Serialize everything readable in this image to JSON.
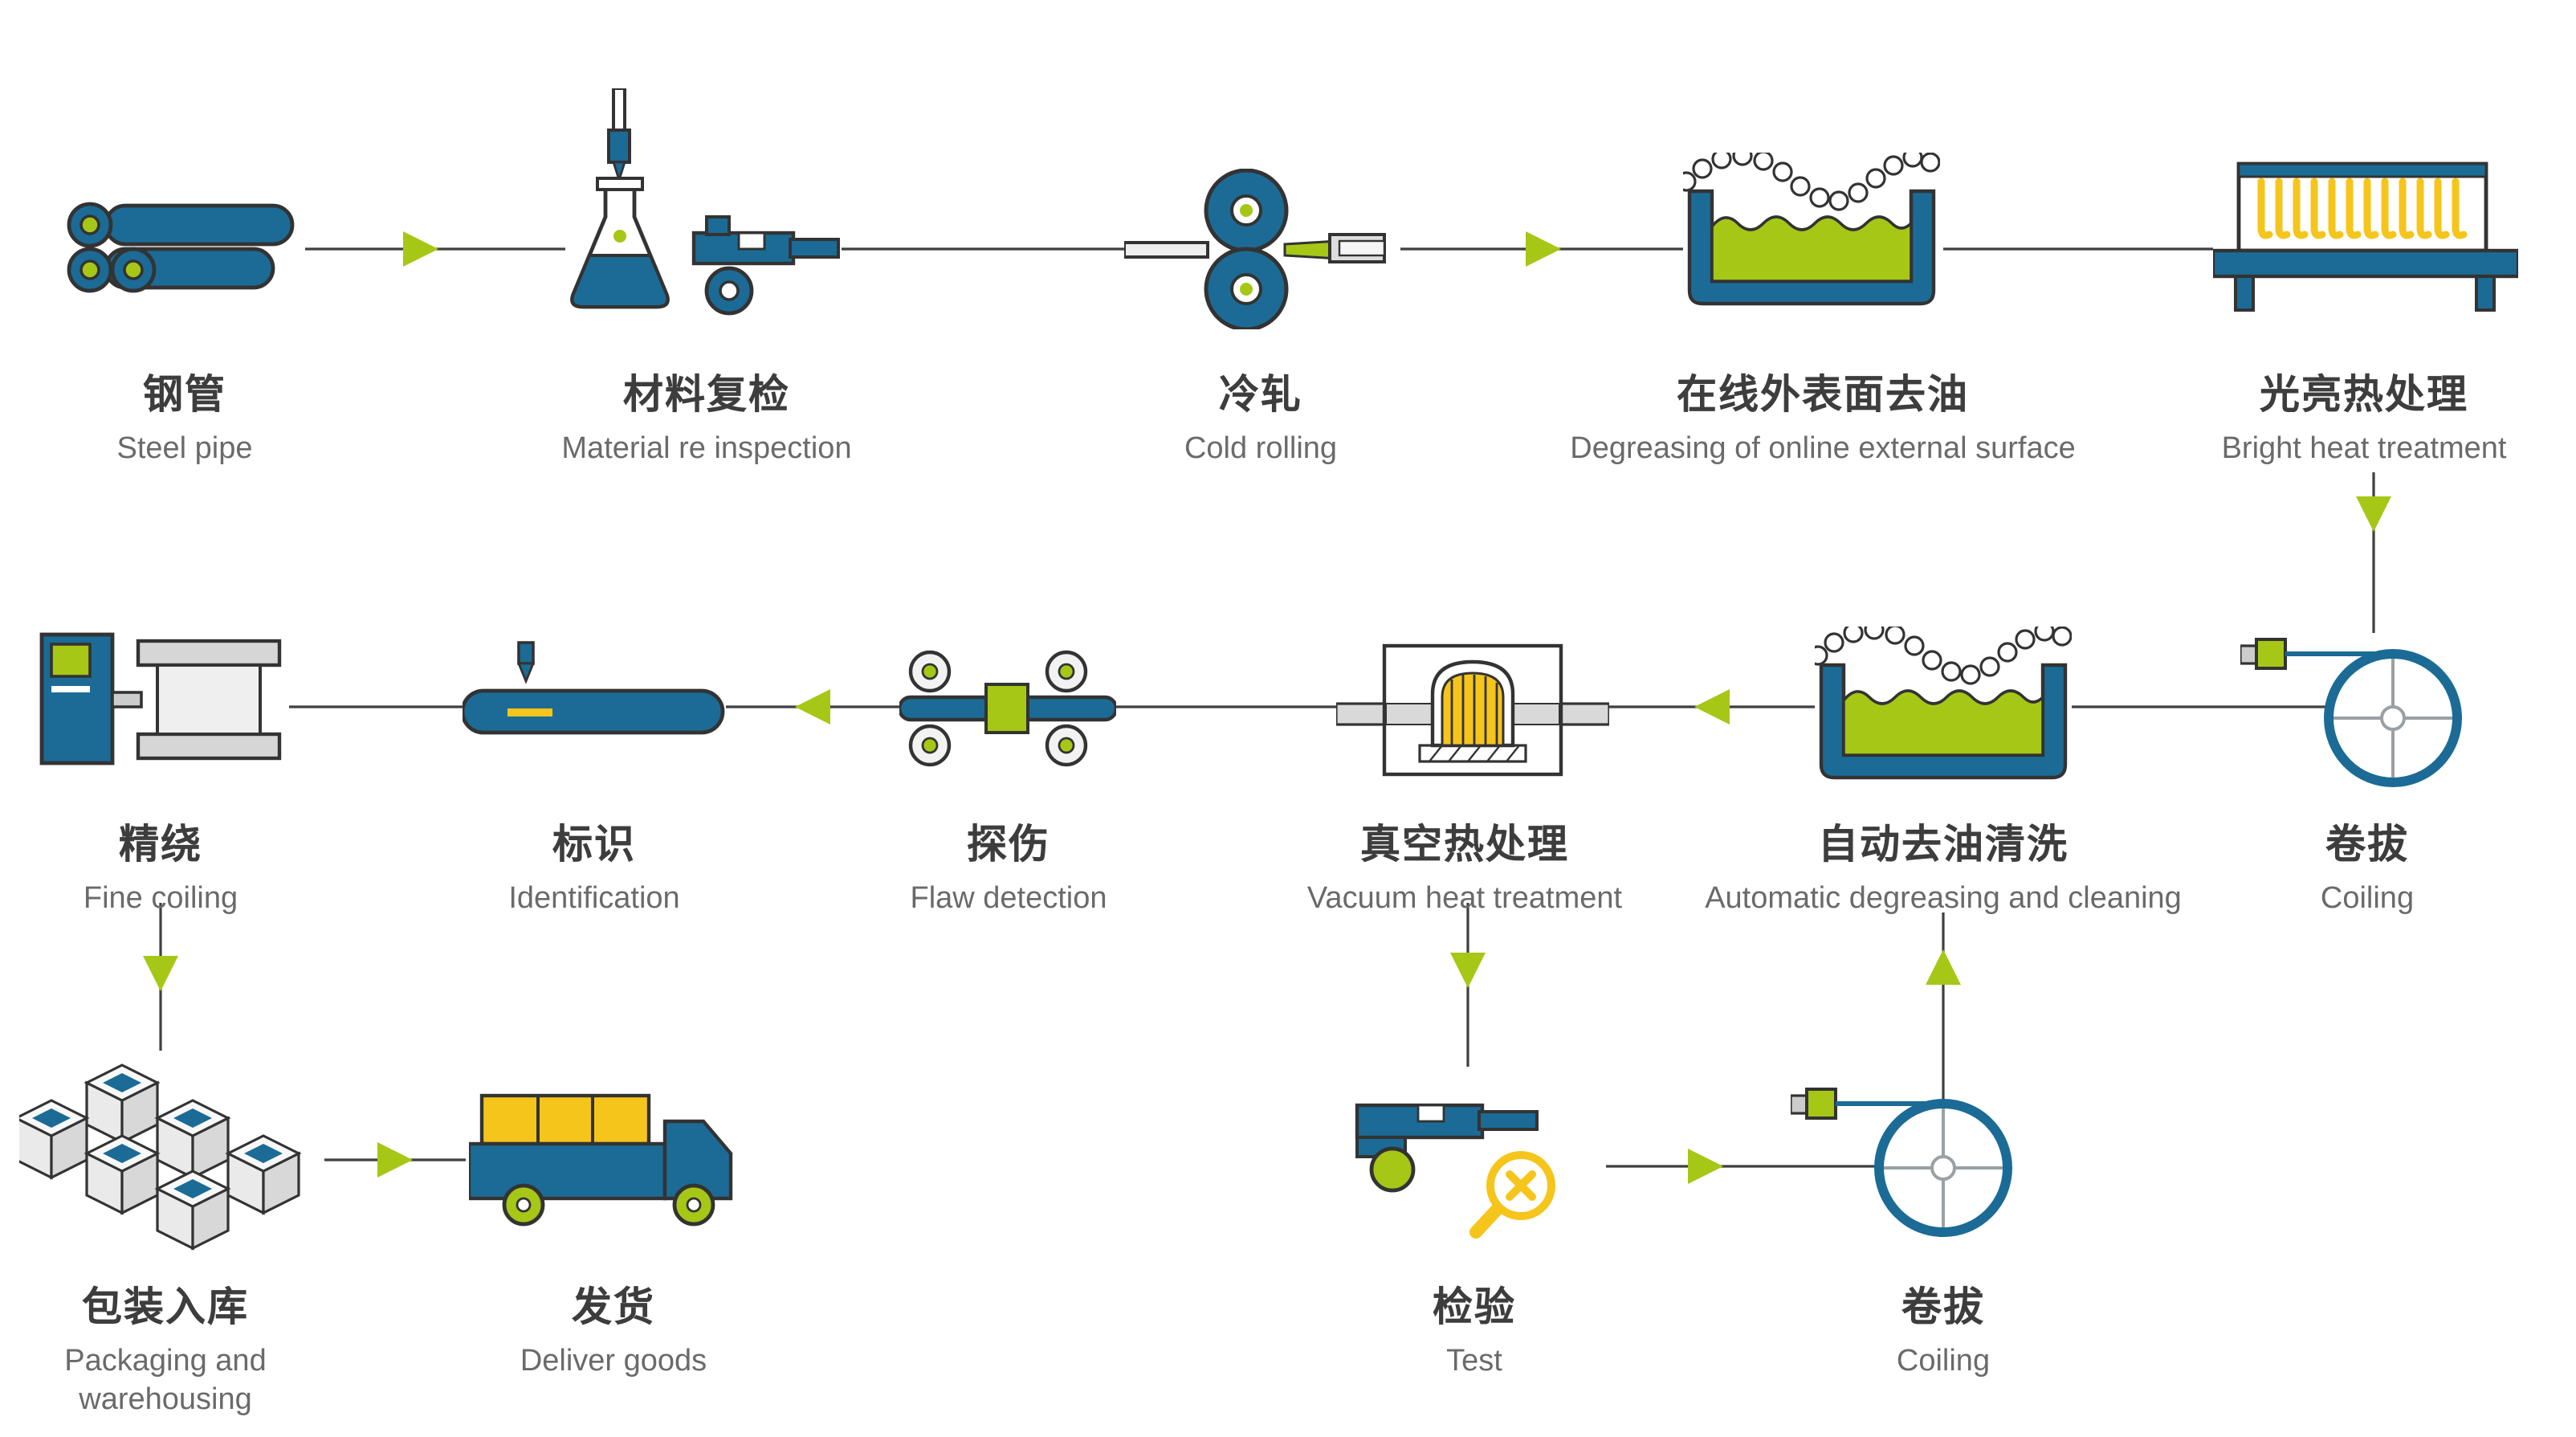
{
  "diagram": {
    "type": "process-flow",
    "colors": {
      "blue": "#1B6B96",
      "green": "#A6C716",
      "yellow": "#F6C51C",
      "outline": "#333333",
      "line": "#3F3F3F",
      "label_zh": "#3D3D3D",
      "label_en": "#6A6A6A",
      "background": "#FFFFFF"
    },
    "nodes": [
      {
        "id": "steel-pipe",
        "zh": "钢管",
        "en": "Steel pipe"
      },
      {
        "id": "material-re-inspection",
        "zh": "材料复检",
        "en": "Material re inspection"
      },
      {
        "id": "cold-rolling",
        "zh": "冷轧",
        "en": "Cold rolling"
      },
      {
        "id": "online-external-degreasing",
        "zh": "在线外表面去油",
        "en": "Degreasing of online external surface"
      },
      {
        "id": "bright-heat-treatment",
        "zh": "光亮热处理",
        "en": "Bright heat treatment"
      },
      {
        "id": "coiling-after-bright-heat",
        "zh": "卷拔",
        "en": "Coiling"
      },
      {
        "id": "automatic-degreasing-cleaning",
        "zh": "自动去油清洗",
        "en": "Automatic degreasing and cleaning"
      },
      {
        "id": "vacuum-heat-treatment",
        "zh": "真空热处理",
        "en": "Vacuum heat treatment"
      },
      {
        "id": "flaw-detection",
        "zh": "探伤",
        "en": "Flaw detection"
      },
      {
        "id": "identification",
        "zh": "标识",
        "en": "Identification"
      },
      {
        "id": "fine-coiling",
        "zh": "精绕",
        "en": "Fine coiling"
      },
      {
        "id": "packaging-warehousing",
        "zh": "包装入库",
        "en": "Packaging and warehousing"
      },
      {
        "id": "deliver-goods",
        "zh": "发货",
        "en": "Deliver goods"
      },
      {
        "id": "test",
        "zh": "检验",
        "en": "Test"
      },
      {
        "id": "coiling-after-test",
        "zh": "卷拔",
        "en": "Coiling"
      }
    ],
    "flows": [
      "steel-pipe → material-re-inspection",
      "material-re-inspection → cold-rolling",
      "cold-rolling → online-external-degreasing",
      "online-external-degreasing → bright-heat-treatment",
      "bright-heat-treatment → coiling-after-bright-heat",
      "coiling-after-bright-heat → automatic-degreasing-cleaning",
      "automatic-degreasing-cleaning → vacuum-heat-treatment",
      "vacuum-heat-treatment → test",
      "test → coiling-after-test",
      "coiling-after-test → automatic-degreasing-cleaning",
      "vacuum-heat-treatment → flaw-detection",
      "flaw-detection → identification",
      "identification → fine-coiling",
      "fine-coiling → packaging-warehousing",
      "packaging-warehousing → deliver-goods"
    ]
  }
}
